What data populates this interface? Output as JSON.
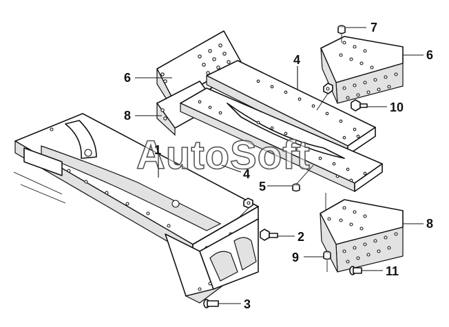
{
  "watermark": "AutoSoft",
  "callouts": {
    "c1": "1",
    "c2": "2",
    "c3": "3",
    "c4a": "4",
    "c4b": "4",
    "c5": "5",
    "c6a": "6",
    "c6b": "6",
    "c7": "7",
    "c8a": "8",
    "c8b": "8",
    "c9": "9",
    "c10": "10",
    "c11": "11"
  },
  "colors": {
    "line": "#111111",
    "background": "#ffffff",
    "shading": "#e2e2e2"
  }
}
